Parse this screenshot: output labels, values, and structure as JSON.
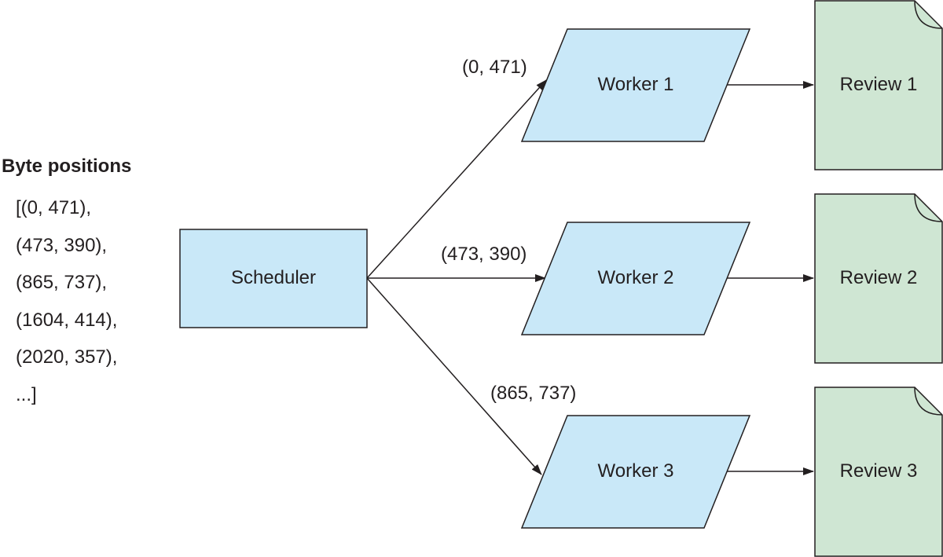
{
  "byte_positions": {
    "title": "Byte positions",
    "items": [
      "[(0, 471),",
      "(473, 390),",
      "(865, 737),",
      "(1604, 414),",
      "(2020, 357),",
      "...]"
    ]
  },
  "scheduler": {
    "label": "Scheduler"
  },
  "workers": [
    {
      "label": "Worker 1",
      "edge_label": "(0, 471)"
    },
    {
      "label": "Worker 2",
      "edge_label": "(473, 390)"
    },
    {
      "label": "Worker 3",
      "edge_label": "(865, 737)"
    }
  ],
  "reviews": [
    {
      "label": "Review 1"
    },
    {
      "label": "Review 2"
    },
    {
      "label": "Review 3"
    }
  ],
  "colors": {
    "process_fill": "#c9e8f8",
    "document_fill": "#cfe6d3",
    "stroke": "#231f20"
  }
}
